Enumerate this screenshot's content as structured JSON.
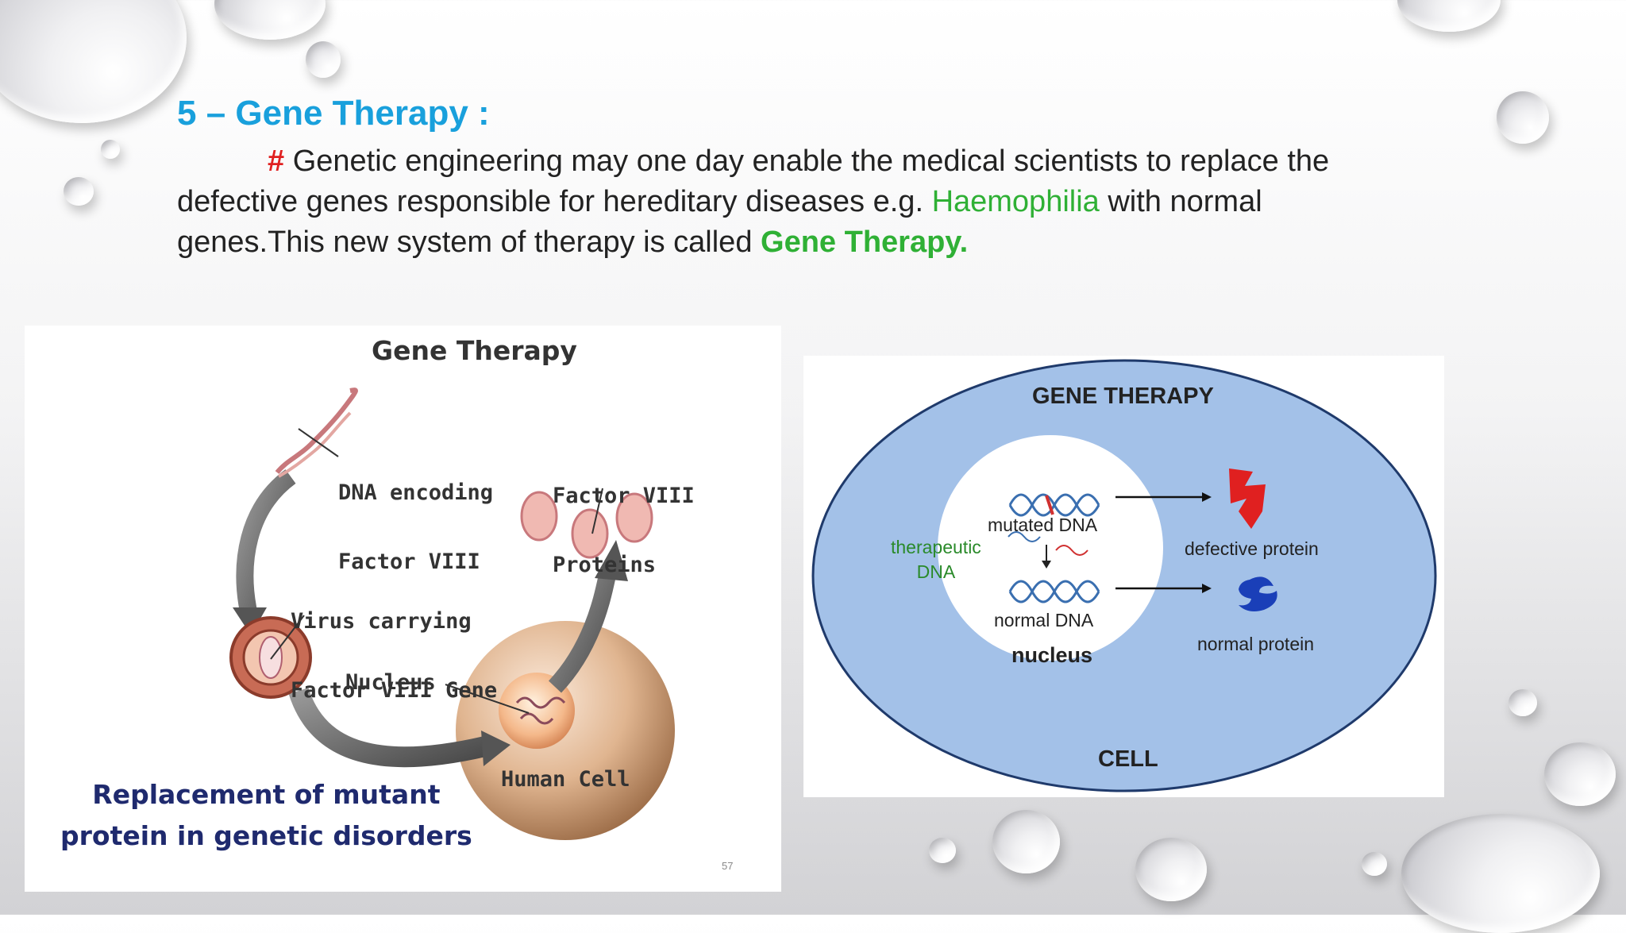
{
  "heading": "5 – Gene Therapy :",
  "paragraph": {
    "hash": "#",
    "part1": " Genetic engineering may one day enable the medical scientists to replace the defective genes responsible for hereditary diseases e.g. ",
    "highlight": "Haemophilia",
    "part2": " with normal genes.This new system of therapy is called ",
    "term": "Gene Therapy."
  },
  "left_figure": {
    "title": "Gene Therapy",
    "dna_label_1": "DNA encoding",
    "dna_label_2": "Factor VIII",
    "protein_label_1": "Factor VIII",
    "protein_label_2": "Proteins",
    "virus_label_1": "Virus carrying",
    "virus_label_2": "Factor VIII Gene",
    "nucleus_label": "Nucleus",
    "cell_label": "Human Cell",
    "caption_1": "Replacement of mutant",
    "caption_2": "protein in genetic disorders",
    "page_number": "57"
  },
  "right_figure": {
    "title": "GENE THERAPY",
    "mutated": "mutated DNA",
    "therapeutic_1": "therapeutic",
    "therapeutic_2": "DNA",
    "normal_dna": "normal DNA",
    "nucleus": "nucleus",
    "defective": "defective protein",
    "normal_protein": "normal protein",
    "cell": "CELL"
  },
  "colors": {
    "heading": "#19a0dc",
    "hash": "#e02020",
    "highlight": "#2fb035",
    "cell_fill": "#a3c1e8",
    "caption": "#1f2a6e"
  }
}
